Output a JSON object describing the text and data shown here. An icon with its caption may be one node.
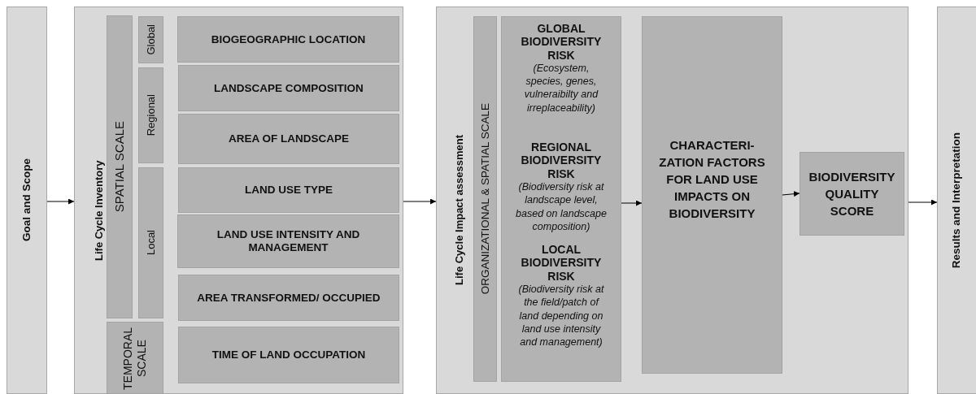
{
  "diagram": {
    "nodes": [
      {
        "text": [
          "Goal and Scope"
        ]
      },
      {
        "text": [
          "Life Cycle Inventory"
        ]
      },
      {
        "text": [
          "SPATIAL SCALE"
        ],
        "in": 1
      },
      {
        "text": [
          "Global"
        ],
        "in": 1
      },
      {
        "text": [
          "Regional"
        ],
        "in": 1
      },
      {
        "text": [
          "Local"
        ],
        "in": 1
      },
      {
        "text": [
          "TEMPORAL SCALE"
        ],
        "in": 1
      },
      {
        "text": [
          "BIOGEOGRAPHIC LOCATION"
        ],
        "in": 1
      },
      {
        "text": [
          "LANDSCAPE COMPOSITION"
        ],
        "in": 1
      },
      {
        "text": [
          "AREA OF LANDSCAPE"
        ],
        "in": 1
      },
      {
        "text": [
          "LAND USE TYPE"
        ],
        "in": 1
      },
      {
        "text": [
          "LAND USE INTENSITY AND MANAGEMENT"
        ],
        "in": 1
      },
      {
        "text": [
          "AREA TRANSFORMED/ OCCUPIED"
        ],
        "in": 1
      },
      {
        "text": [
          "TIME OF LAND OCCUPATION"
        ],
        "in": 1
      },
      {
        "text": [
          "Life Cycle Impact assessment"
        ]
      },
      {
        "text": [
          "ORGANIZATIONAL & SPATIAL SCALE"
        ],
        "in": 14
      },
      {
        "text": [
          "GLOBAL BIODIVERSITY RISK",
          "(Ecosystem, species, genes, vulneraibilty and irreplaceability)",
          "REGIONAL BIODIVERSITY RISK",
          "(Biodiversity risk at landscape level, based on landscape composition)",
          "LOCAL BIODIVERSITY RISK",
          "(Biodiversity risk at the field/patch of land depending on land use intensity and management)"
        ],
        "in": 14
      },
      {
        "text": [
          "CHARACTERI- ZATION FACTORS FOR LAND USE IMPACTS ON BIODIVERSITY"
        ],
        "in": 14
      },
      {
        "text": [
          "BIODIVERSITY QUALITY SCORE"
        ],
        "in": 14
      },
      {
        "text": [
          "Results and Interpretation"
        ]
      }
    ],
    "edges": [
      {
        "from": 0,
        "to": 1,
        "arrow": "to"
      },
      {
        "from": 1,
        "to": 14,
        "arrow": "to"
      },
      {
        "from": 16,
        "to": 17,
        "arrow": "to"
      },
      {
        "from": 17,
        "to": 18,
        "arrow": "to"
      },
      {
        "from": 14,
        "to": 19,
        "arrow": "to"
      }
    ]
  }
}
